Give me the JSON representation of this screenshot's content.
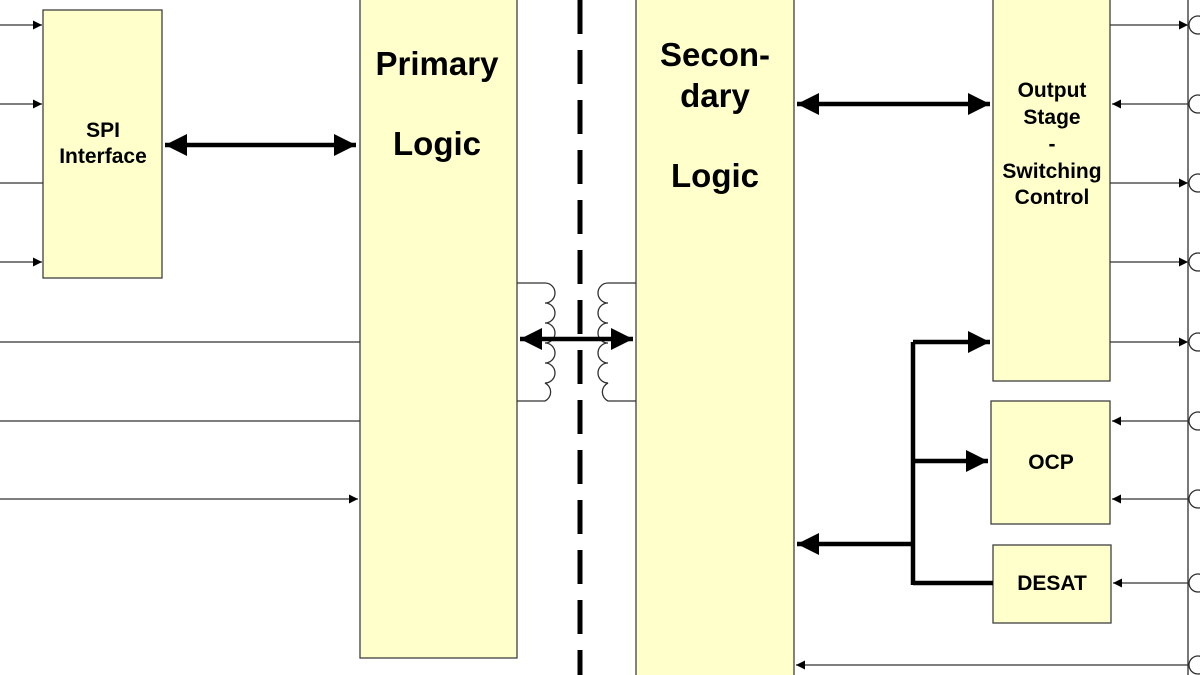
{
  "blocks": {
    "spi": {
      "line1": "SPI",
      "line2": "Interface"
    },
    "primary": {
      "line1": "Primary",
      "line2": "Logic"
    },
    "secondary": {
      "line1": "Secon-",
      "line2": "dary",
      "line3": "Logic"
    },
    "output": {
      "line1": "Output",
      "line2": "Stage",
      "line3": "-",
      "line4": "Switching",
      "line5": "Control"
    },
    "ocp": {
      "label": "OCP"
    },
    "desat": {
      "label": "DESAT"
    }
  },
  "colors": {
    "block_fill": "#ffffcc",
    "block_stroke": "#404040",
    "line": "#000000"
  }
}
